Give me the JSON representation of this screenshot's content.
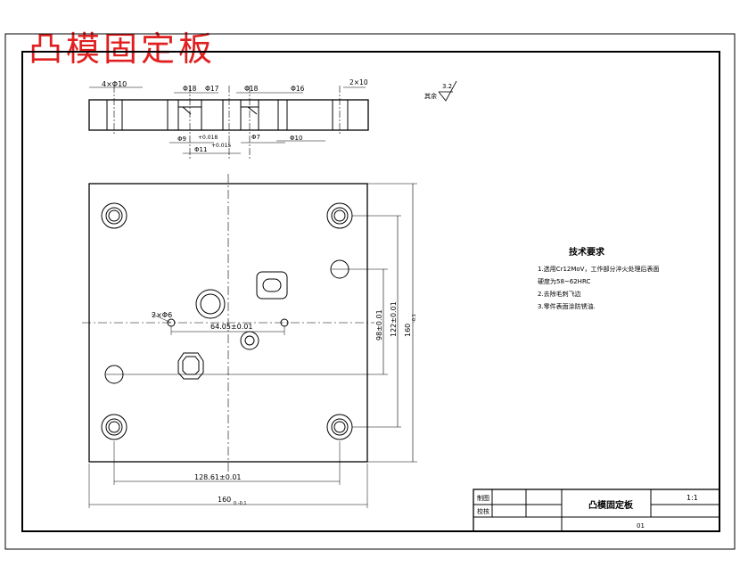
{
  "drawing": {
    "overlay_title": "凸模固定板",
    "top_view_dims": {
      "holes_4x": "4×Φ10",
      "d18_left": "Φ18",
      "d17": "Φ17",
      "d18_right": "Φ18",
      "d16": "Φ16",
      "slots_2x": "2×10",
      "d9": "Φ9",
      "d11": "Φ11",
      "d10": "Φ10",
      "d7": "Φ7",
      "tol_a": "+0.018",
      "tol_b": "+0.015"
    },
    "roughness": {
      "label": "其余",
      "value": "3.2"
    },
    "plan_dims": {
      "pin_holes": "2×Φ6",
      "horiz_pitch": "64.05±0.01",
      "bottom_pitch": "128.61±0.01",
      "overall_width": "160",
      "width_tol": "0\n-0.1",
      "vert_inner": "98±0.01",
      "vert_pitch": "122±0.01",
      "overall_height": "160",
      "height_tol": "-0.1"
    },
    "tech_requirements": {
      "title": "技术要求",
      "items": [
        "1.选用Cr12MoV，工作部分淬火处理后表面",
        "  硬度为58~62HRC",
        "2.去除毛刺飞边",
        "3.零件表面涂防锈油."
      ]
    },
    "title_block": {
      "drawn_label": "制图",
      "checked_label": "校核",
      "part_name": "凸模固定板",
      "scale": "1:1",
      "drawing_no": "01"
    }
  }
}
